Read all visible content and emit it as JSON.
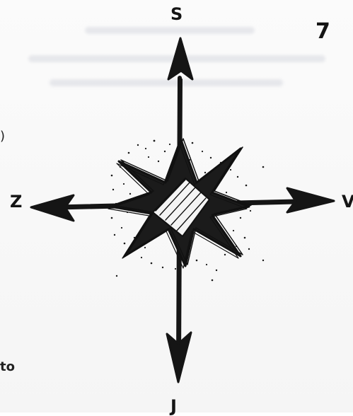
{
  "page": {
    "number": "7"
  },
  "compass": {
    "north_label": "S",
    "west_label": "Z",
    "east_label": "V",
    "south_label": "J"
  },
  "margin_fragments": {
    "left_paren": ")",
    "bottom_word": "to"
  },
  "colors": {
    "paper": "#fbfbfb",
    "ink": "#151515",
    "bleed": "#6e7896"
  }
}
